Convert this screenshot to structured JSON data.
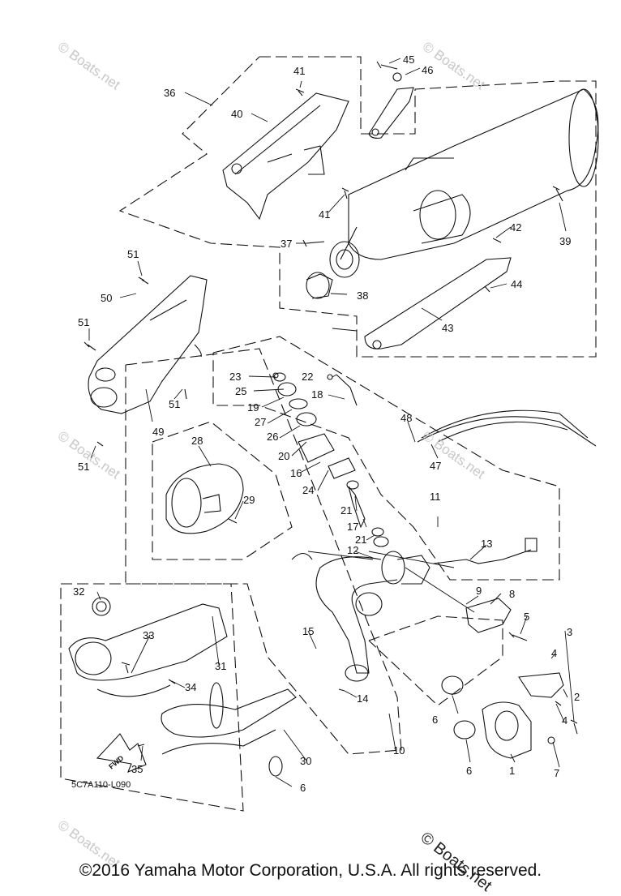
{
  "diagram": {
    "code": "5C7A110-L090",
    "fwd_label": "FWD",
    "watermark": "© Boats.net",
    "copyright": "©2016 Yamaha Motor Corporation, U.S.A. All rights reserved.",
    "part_numbers": [
      "1",
      "2",
      "3",
      "4",
      "5",
      "6",
      "7",
      "8",
      "9",
      "10",
      "11",
      "12",
      "13",
      "14",
      "15",
      "16",
      "17",
      "18",
      "19",
      "20",
      "21",
      "22",
      "23",
      "24",
      "25",
      "26",
      "27",
      "28",
      "29",
      "30",
      "31",
      "32",
      "33",
      "34",
      "35",
      "36",
      "37",
      "38",
      "39",
      "40",
      "41",
      "42",
      "43",
      "44",
      "45",
      "46",
      "47",
      "48",
      "49",
      "50",
      "51"
    ]
  }
}
